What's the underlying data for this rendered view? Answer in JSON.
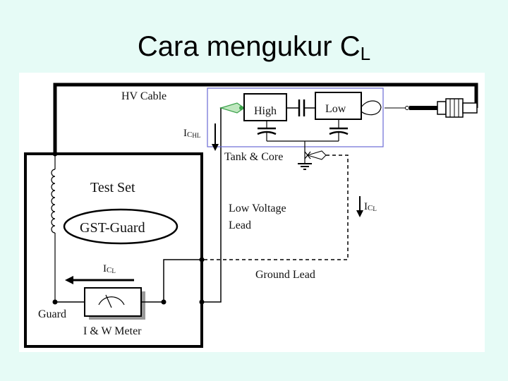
{
  "slide": {
    "title_main": "Cara mengukur C",
    "title_sub": "L"
  },
  "diagram": {
    "hv_cable": "HV Cable",
    "high": "High",
    "low": "Low",
    "ichl_main": "I",
    "ichl_c": "C",
    "ichl_sub": "HL",
    "tank_core": "Tank & Core",
    "test_set": "Test Set",
    "gst_guard": "GST-Guard",
    "icl_main": "I",
    "icl_c": "C",
    "icl_sub": "L",
    "low_voltage_lead_1": "Low Voltage",
    "low_voltage_lead_2": "Lead",
    "ground_lead": "Ground Lead",
    "guard": "Guard",
    "meter": "I & W Meter"
  },
  "colors": {
    "background": "#e6fbf6",
    "core_box": "#6b6bd6",
    "connector_green": "#3aa14a",
    "wire": "#000000"
  }
}
